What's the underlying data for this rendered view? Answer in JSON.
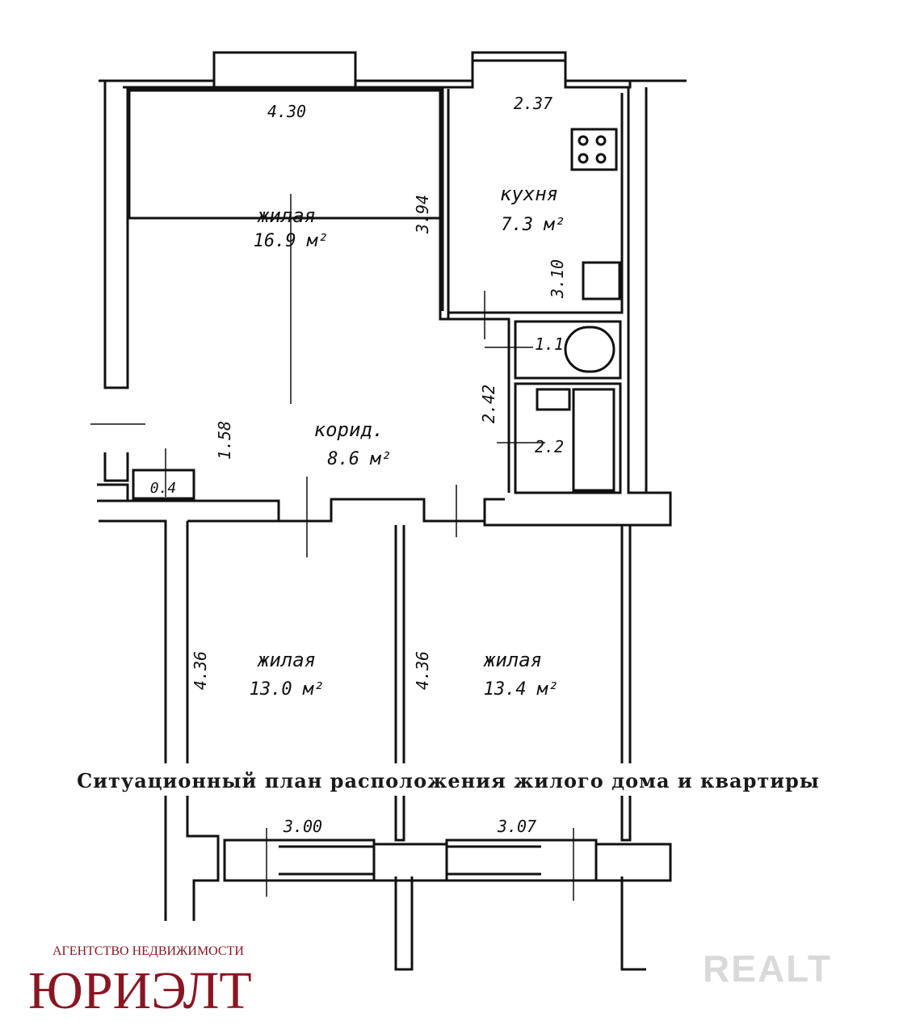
{
  "rooms": {
    "living1": {
      "label": "жилая",
      "area": "16.9 м²",
      "width": "4.30",
      "height": "3.94"
    },
    "kitchen": {
      "label": "кухня",
      "area": "7.3 м²",
      "width": "2.37",
      "height": "3.10"
    },
    "bath": {
      "area": "1.1"
    },
    "toilet": {
      "area": "2.2",
      "height": "2.42"
    },
    "corridor": {
      "label": "корид.",
      "area": "8.6 м²",
      "height": "1.58"
    },
    "closet": {
      "area": "0.4"
    },
    "living2": {
      "label": "жилая",
      "area": "13.0 м²",
      "height": "4.36",
      "width": "3.00"
    },
    "living3": {
      "label": "жилая",
      "area": "13.4 м²",
      "height": "4.36",
      "width": "3.07"
    }
  },
  "caption": "Ситуационный план расположения жилого дома и квартиры",
  "agency": {
    "subtitle": "АГЕНТСТВО НЕДВИЖИМОСТИ",
    "name": "ЮРИЭЛТ"
  },
  "watermark": "REALT",
  "colors": {
    "line": "#111111",
    "brand": "#8a1622",
    "watermark": "#d9d9d9"
  }
}
